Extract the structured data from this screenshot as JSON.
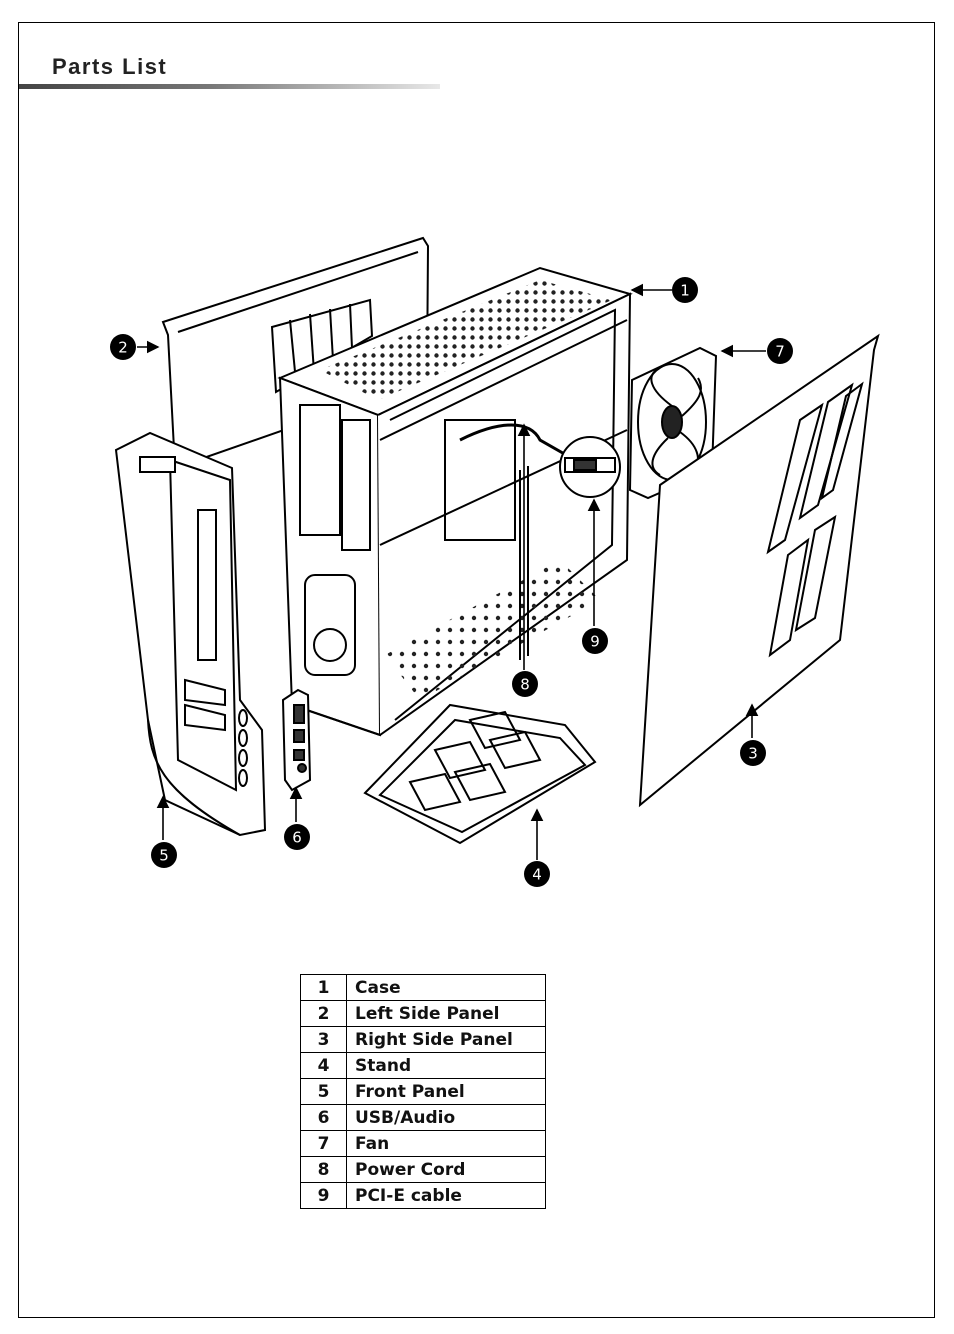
{
  "page": {
    "title": "Parts List"
  },
  "callouts": [
    "1",
    "2",
    "3",
    "4",
    "5",
    "6",
    "7",
    "8",
    "9"
  ],
  "parts": [
    {
      "num": "1",
      "name": "Case"
    },
    {
      "num": "2",
      "name": "Left Side Panel"
    },
    {
      "num": "3",
      "name": "Right Side Panel"
    },
    {
      "num": "4",
      "name": "Stand"
    },
    {
      "num": "5",
      "name": "Front Panel"
    },
    {
      "num": "6",
      "name": "USB/Audio"
    },
    {
      "num": "7",
      "name": "Fan"
    },
    {
      "num": "8",
      "name": "Power Cord"
    },
    {
      "num": "9",
      "name": "PCI-E cable"
    }
  ]
}
